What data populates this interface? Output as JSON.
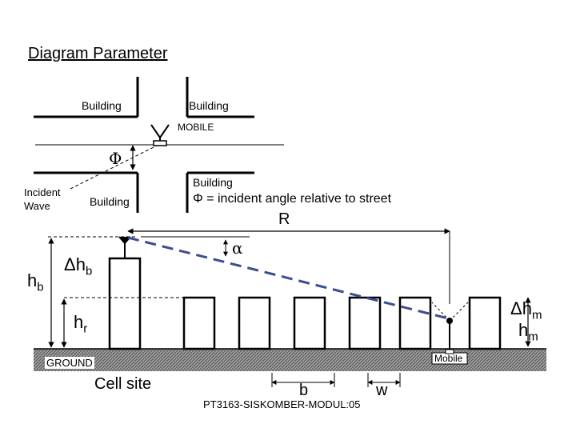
{
  "title": "Diagram Parameter",
  "top_view": {
    "building_top_left": "Building",
    "building_top_right": "Building",
    "mobile_label": "MOBILE",
    "phi_symbol": "Φ",
    "building_bottom_left": "Building",
    "building_bottom_right": "Building",
    "incident_wave_line1": "Incident",
    "incident_wave_line2": "Wave",
    "phi_definition": "Φ = incident angle relative to street"
  },
  "side_view": {
    "distance_label": "R",
    "alpha_symbol": "α",
    "delta_hb": "Δh",
    "delta_hb_sub": "b",
    "hb": "h",
    "hb_sub": "b",
    "hr": "h",
    "hr_sub": "r",
    "delta_hm": "Δh",
    "delta_hm_sub": "m",
    "hm": "h",
    "hm_sub": "m",
    "ground_label": "GROUND",
    "mobile_box_label": "Mobile",
    "cell_site_label": "Cell site",
    "b_label": "b",
    "w_label": "w"
  },
  "footer": "PT3163-SISKOMBER-MODUL:05",
  "colors": {
    "line": "#000000",
    "path_dash": "#3b4d8c",
    "ground_fill": "#8a8a8a"
  }
}
